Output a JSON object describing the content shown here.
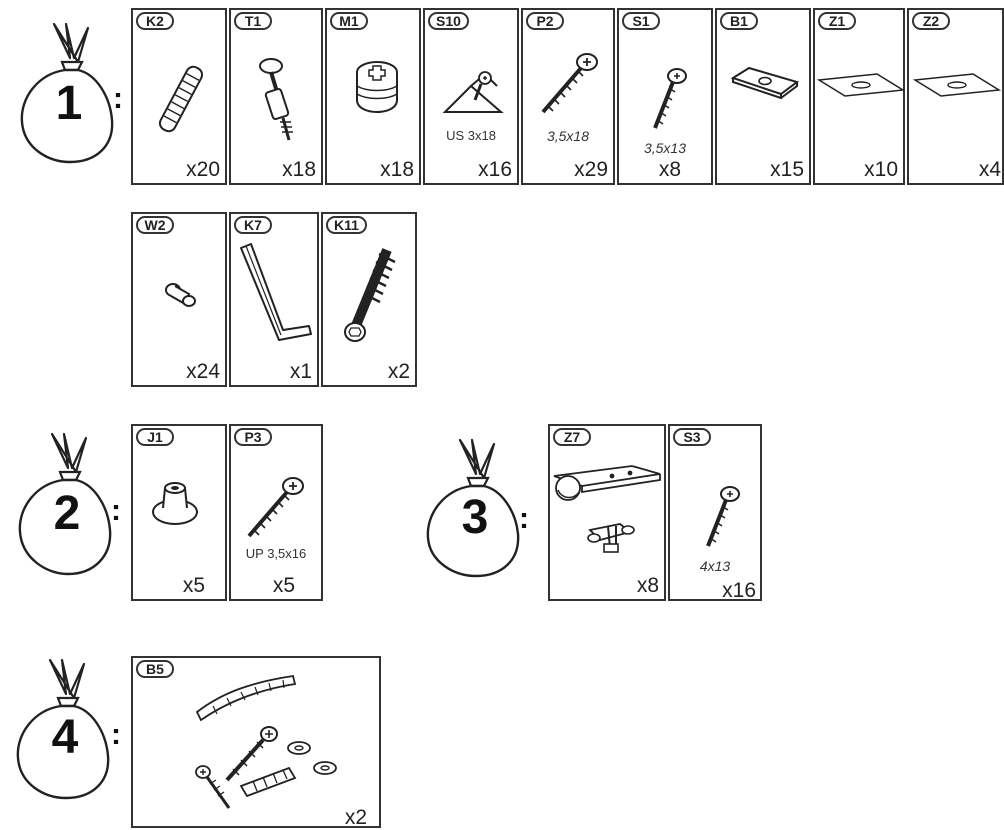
{
  "bags": [
    {
      "number": "1"
    },
    {
      "number": "2"
    },
    {
      "number": "3"
    },
    {
      "number": "4"
    }
  ],
  "colon": ":",
  "parts": [
    {
      "code": "K2",
      "qty": "x20",
      "icon": "dowel-icon"
    },
    {
      "code": "T1",
      "qty": "x18",
      "icon": "cam-bolt-icon"
    },
    {
      "code": "M1",
      "qty": "x18",
      "icon": "cam-lock-icon"
    },
    {
      "code": "S10",
      "qty": "x16",
      "spec": "US 3x18",
      "icon": "shelf-support-screw-icon"
    },
    {
      "code": "P2",
      "qty": "x29",
      "spec": "3,5x18",
      "icon": "pan-head-screw-icon"
    },
    {
      "code": "S1",
      "qty": "x8",
      "spec": "3,5x13",
      "icon": "countersunk-screw-icon"
    },
    {
      "code": "B1",
      "qty": "x15",
      "icon": "plate-icon"
    },
    {
      "code": "Z1",
      "qty": "x10",
      "icon": "cover-sticker-icon"
    },
    {
      "code": "Z2",
      "qty": "x4",
      "icon": "cover-sticker-icon"
    },
    {
      "code": "W2",
      "qty": "x24",
      "icon": "pin-icon"
    },
    {
      "code": "K7",
      "qty": "x1",
      "icon": "hex-key-icon"
    },
    {
      "code": "K11",
      "qty": "x2",
      "icon": "connector-screw-icon"
    },
    {
      "code": "J1",
      "qty": "x5",
      "icon": "glide-foot-icon"
    },
    {
      "code": "P3",
      "qty": "x5",
      "spec": "UP 3,5x16",
      "icon": "pan-head-screw-icon"
    },
    {
      "code": "Z7",
      "qty": "x8",
      "icon": "hinge-icon"
    },
    {
      "code": "S3",
      "qty": "x16",
      "spec": "4x13",
      "icon": "countersunk-screw-icon"
    },
    {
      "code": "B5",
      "qty": "x2",
      "icon": "wall-fixing-kit-icon"
    }
  ]
}
